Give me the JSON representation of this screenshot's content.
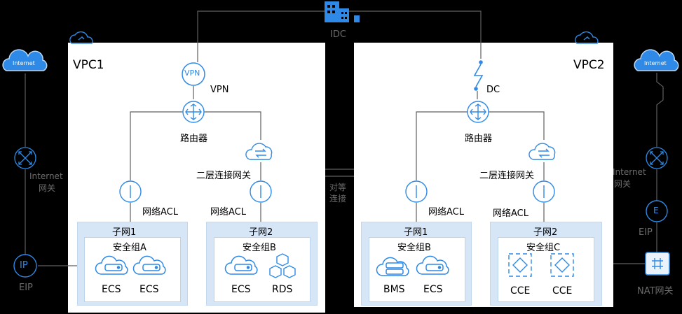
{
  "idc": {
    "label": "IDC"
  },
  "peering": {
    "line1": "对等",
    "line2": "连接"
  },
  "left": {
    "vpc_label": "VPC1",
    "vpn_label": "VPN",
    "vpn_icon_text": "VPN",
    "router_label": "路由器",
    "l2gw_label": "二层连接网关",
    "acl1_label": "网络ACL",
    "acl2_label": "网络ACL",
    "subnet1": {
      "title": "子网1",
      "sg": "安全组A",
      "items": [
        "ECS",
        "ECS"
      ]
    },
    "subnet2": {
      "title": "子网2",
      "sg": "安全组B",
      "items": [
        "ECS",
        "RDS"
      ]
    },
    "internet_cloud": "Internet",
    "internet_gw_line1": "Internet",
    "internet_gw_line2": "网关",
    "eip_label": "EIP",
    "eip_icon_text": "IP"
  },
  "right": {
    "vpc_label": "VPC2",
    "dc_label": "DC",
    "router_label": "路由器",
    "l2gw_label": "二层连接网关",
    "acl1_label": "网络ACL",
    "acl2_label": "网络ACL",
    "subnet1": {
      "title": "子网1",
      "sg": "安全组B",
      "items": [
        "BMS",
        "ECS"
      ]
    },
    "subnet2": {
      "title": "子网2",
      "sg": "安全组C",
      "items": [
        "CCE",
        "CCE"
      ]
    },
    "internet_cloud": "Internet",
    "internet_gw_line1": "Internet",
    "internet_gw_line2": "网关",
    "eip_label": "EIP",
    "eip_icon_text": "E",
    "nat_label": "NAT网关"
  },
  "colors": {
    "accent": "#2e8ae6",
    "line": "#6b6b6b",
    "background": "#000000",
    "subnet": "#d6e6f7"
  }
}
